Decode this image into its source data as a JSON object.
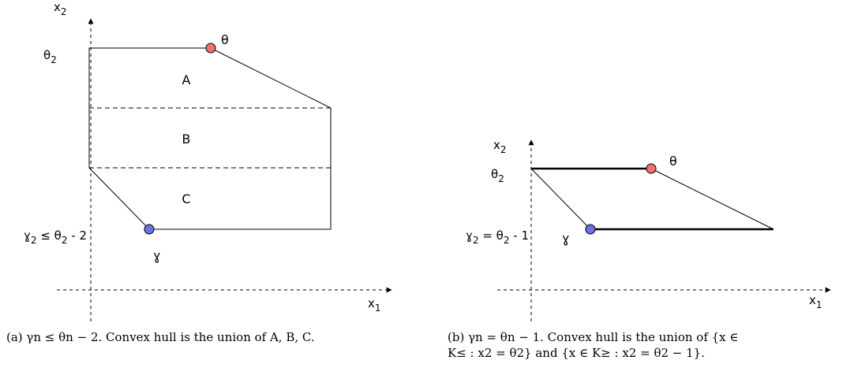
{
  "panel_a": {
    "axis_y_label": "x",
    "axis_y_sub": "2",
    "axis_x_label": "x",
    "axis_x_sub": "1",
    "theta2_main": "θ",
    "theta2_sub": "2",
    "gamma_tick_main": "ɣ",
    "gamma_tick_sub1": "2",
    "gamma_tick_mid": " ≤ θ",
    "gamma_tick_sub2": "2",
    "gamma_tick_end": " - 2",
    "theta_point": "θ",
    "gamma_point": "ɣ",
    "region_a": "A",
    "region_b": "B",
    "region_c": "C",
    "caption_line1": "(a) γn ≤ θn − 2. Convex hull is the union of A, B, C."
  },
  "panel_b": {
    "axis_y_label": "x",
    "axis_y_sub": "2",
    "axis_x_label": "x",
    "axis_x_sub": "1",
    "theta2_main": "θ",
    "theta2_sub": "2",
    "gamma_tick_main": "ɣ",
    "gamma_tick_sub1": "2",
    "gamma_tick_mid": " = θ",
    "gamma_tick_sub2": "2",
    "gamma_tick_end": " - 1",
    "theta_point": "θ",
    "gamma_point": "ɣ",
    "caption_line1": "(b) γn = θn − 1. Convex hull is the union of {x ∈",
    "caption_line2": "K≤ : x2 = θ2} and {x ∈ K≥ : x2 = θ2 − 1}."
  },
  "colors": {
    "theta_point": "#f07070",
    "gamma_point": "#6a72e6",
    "line": "#000000"
  }
}
